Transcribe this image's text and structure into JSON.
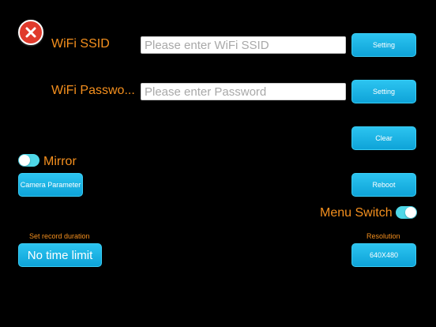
{
  "wifi": {
    "ssid_label": "WiFi SSID",
    "ssid_placeholder": "Please enter WiFi SSID",
    "ssid_value": "",
    "ssid_button": "Setting",
    "password_label": "WiFi Passwo...",
    "password_placeholder": "Please enter Password",
    "password_value": "",
    "password_button": "Setting"
  },
  "actions": {
    "clear_label": "Clear",
    "reboot_label": "Reboot",
    "camera_parameter_label": "Camera Parameter"
  },
  "mirror": {
    "label": "Mirror",
    "enabled": true
  },
  "menu_switch": {
    "label": "Menu Switch",
    "enabled": true
  },
  "record": {
    "label": "Set record duration",
    "value": "No time limit"
  },
  "resolution": {
    "label": "Resolution",
    "value": "640X480"
  },
  "icons": {
    "close": "close-icon"
  },
  "colors": {
    "background": "#000000",
    "accent_orange": "#f5901e",
    "button_blue": "#16aee0",
    "toggle_on": "#4fd8e8",
    "close_red": "#e03a2c"
  }
}
